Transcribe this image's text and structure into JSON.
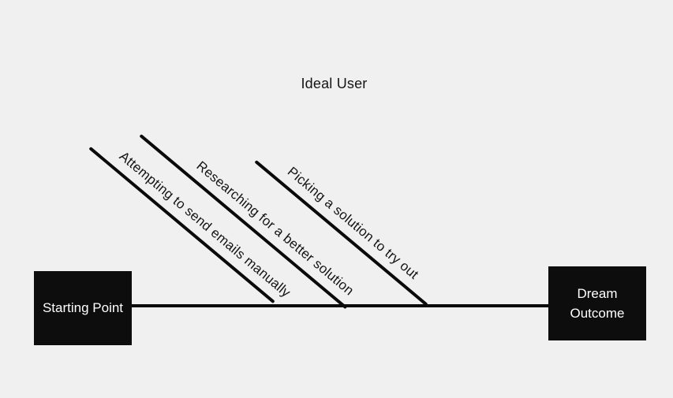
{
  "title": "Ideal User",
  "branches": [
    {
      "label": "Attempting to send emails manually"
    },
    {
      "label": "Researching for a better solution"
    },
    {
      "label": "Picking a solution to try out"
    }
  ],
  "nodes": {
    "start": {
      "label": "Starting Point"
    },
    "dream": {
      "label": "Dream Outcome"
    }
  },
  "colors": {
    "background": "#f0f0f0",
    "shape_black": "#0d0d0d",
    "line_black": "#0a0a0a",
    "label_text": "#141414",
    "node_text": "#ffffff"
  }
}
